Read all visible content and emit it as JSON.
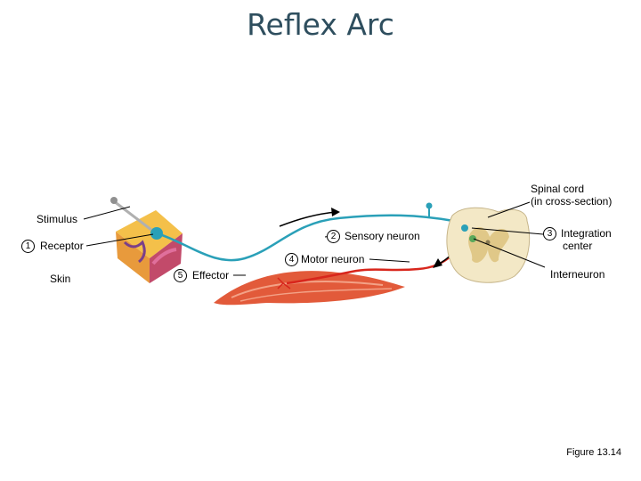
{
  "title": "Reflex Arc",
  "labels": {
    "spinal_cord_line1": "Spinal cord",
    "spinal_cord_line2": "(in cross-section)",
    "stimulus": "Stimulus",
    "receptor": "Receptor",
    "skin": "Skin",
    "sensory_neuron": "Sensory neuron",
    "motor_neuron": "Motor neuron",
    "effector": "Effector",
    "integration_line1": "Integration",
    "integration_line2": "center",
    "interneuron": "Interneuron"
  },
  "steps": [
    "1",
    "2",
    "3",
    "4",
    "5"
  ],
  "caption": "Figure 13.14",
  "colors": {
    "title": "#2e4e5e",
    "sensory_neuron": "#2aa0b8",
    "motor_neuron": "#d8261c",
    "spinal_cord_gray": "#e9d9b0",
    "muscle": "#e25a3a",
    "skin": "#f0a43a"
  }
}
